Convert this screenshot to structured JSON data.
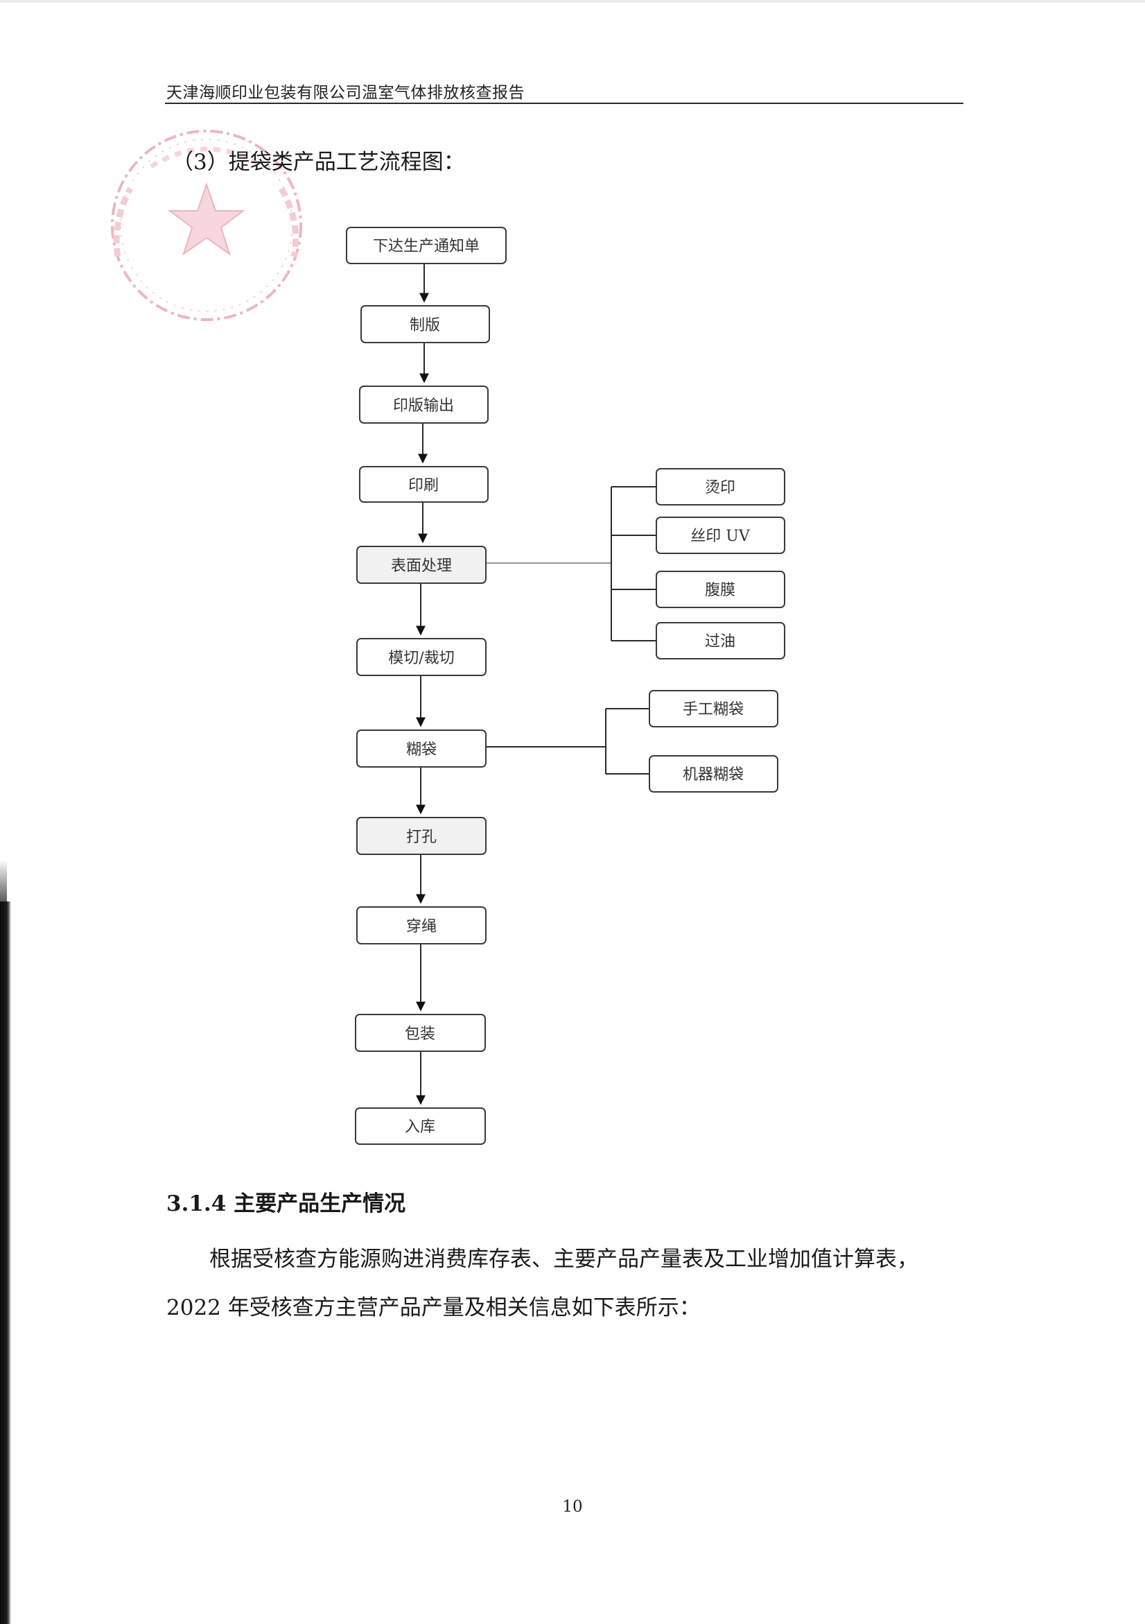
{
  "header": {
    "title": "天津海顺印业包装有限公司温室气体排放核查报告"
  },
  "section_caption": "（3）提袋类产品工艺流程图：",
  "flowchart": {
    "main_steps": [
      {
        "id": "issue-order",
        "label": "下达生产通知单"
      },
      {
        "id": "plate-making",
        "label": "制版"
      },
      {
        "id": "plate-output",
        "label": "印版输出"
      },
      {
        "id": "printing",
        "label": "印刷"
      },
      {
        "id": "surface-treatment",
        "label": "表面处理"
      },
      {
        "id": "die-cutting",
        "label": "模切/裁切"
      },
      {
        "id": "bag-gluing",
        "label": "糊袋"
      },
      {
        "id": "punching",
        "label": "打孔"
      },
      {
        "id": "roping",
        "label": "穿绳"
      },
      {
        "id": "packing",
        "label": "包装"
      },
      {
        "id": "warehousing",
        "label": "入库"
      }
    ],
    "surface_treatment_options": [
      {
        "id": "hot-stamping",
        "label": "烫印"
      },
      {
        "id": "silk-uv",
        "label": "丝印 UV"
      },
      {
        "id": "laminating",
        "label": "腹膜"
      },
      {
        "id": "varnishing",
        "label": "过油"
      }
    ],
    "bag_gluing_options": [
      {
        "id": "manual-gluing",
        "label": "手工糊袋"
      },
      {
        "id": "machine-gluing",
        "label": "机器糊袋"
      }
    ]
  },
  "section_heading": "3.1.4 主要产品生产情况",
  "paragraphs": [
    "根据受核查方能源购进消费库存表、主要产品产量表及工业增加值计算表，",
    "2022 年受核查方主营产品产量及相关信息如下表所示："
  ],
  "page_number": "10",
  "colors": {
    "seal": "#e07a8c",
    "text": "#1a1a1a",
    "box_stroke": "#3a3a3a"
  }
}
